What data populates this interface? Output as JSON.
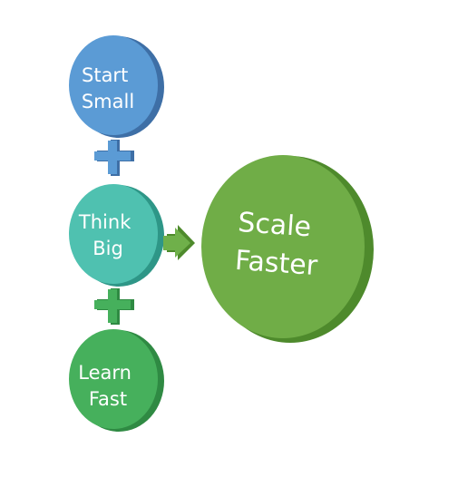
{
  "nodes": {
    "start_small": {
      "lines": [
        "Start",
        "Small"
      ],
      "face_color": "#5b9bd5",
      "edge_color": "#3e6fa6"
    },
    "think_big": {
      "lines": [
        "Think",
        "Big"
      ],
      "face_color": "#4fc1b0",
      "edge_color": "#2e9687"
    },
    "learn_fast": {
      "lines": [
        "Learn",
        "Fast"
      ],
      "face_color": "#46b05c",
      "edge_color": "#2f8a43"
    },
    "scale_faster": {
      "lines": [
        "Scale",
        "Faster"
      ],
      "face_color": "#70ad47",
      "edge_color": "#4e8a2c"
    }
  },
  "connectors": {
    "plus_top": {
      "symbol": "plus",
      "color": "#5b9bd5",
      "edge_color": "#3e6fa6"
    },
    "plus_bottom": {
      "symbol": "plus",
      "color": "#46b05c",
      "edge_color": "#2f8a43"
    },
    "arrow": {
      "symbol": "arrow-right",
      "color": "#6fb04a",
      "edge_color": "#4e8a2c"
    }
  }
}
